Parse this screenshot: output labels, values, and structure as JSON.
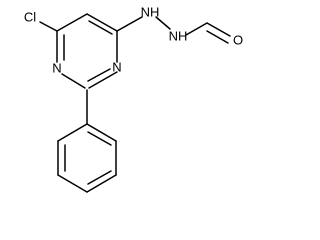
{
  "molecule": {
    "atoms": {
      "chlorine": "Cl",
      "ring_nitrogen_left": "N",
      "ring_nitrogen_right": "N",
      "hydrazine_nh_1": "NH",
      "hydrazine_nh_2": "NH",
      "carbonyl_oxygen": "O"
    },
    "colors": {
      "bond": "#000000",
      "label": "#000000",
      "background": "#ffffff"
    }
  }
}
